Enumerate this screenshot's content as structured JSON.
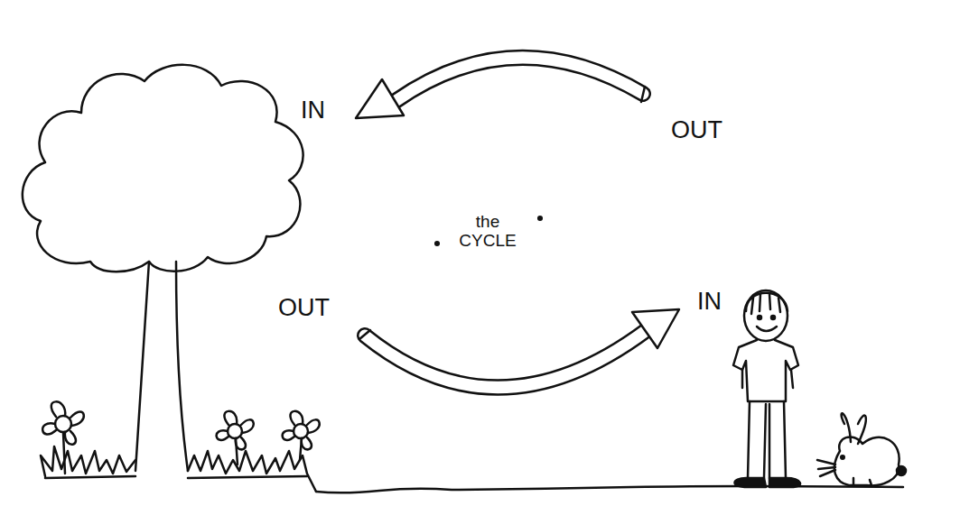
{
  "diagram": {
    "labels": [
      "IN",
      "OUT",
      "the CYCLE",
      "OUT",
      "IN"
    ]
  }
}
